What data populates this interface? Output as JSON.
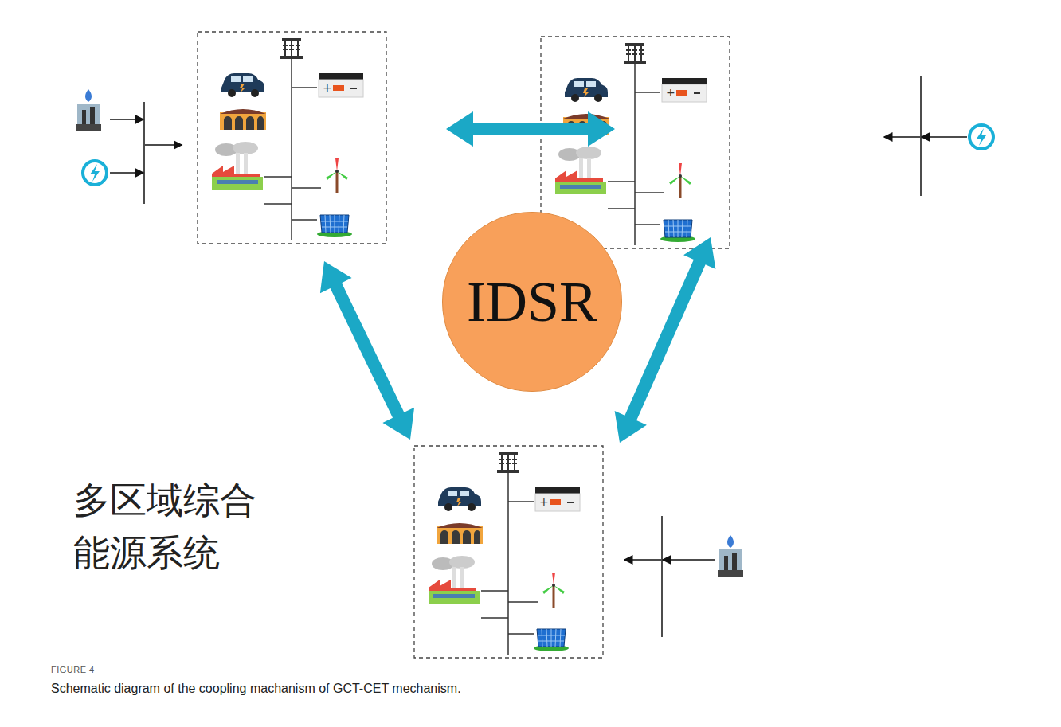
{
  "diagram": {
    "caption": "Schematic diagram of the coopling machanism of GCT-CET mechanism.",
    "nodes": [
      {
        "text": [
          "IDSR"
        ]
      }
    ],
    "labels": [
      "多区域综合 能源系统",
      "FIGURE 4"
    ]
  }
}
